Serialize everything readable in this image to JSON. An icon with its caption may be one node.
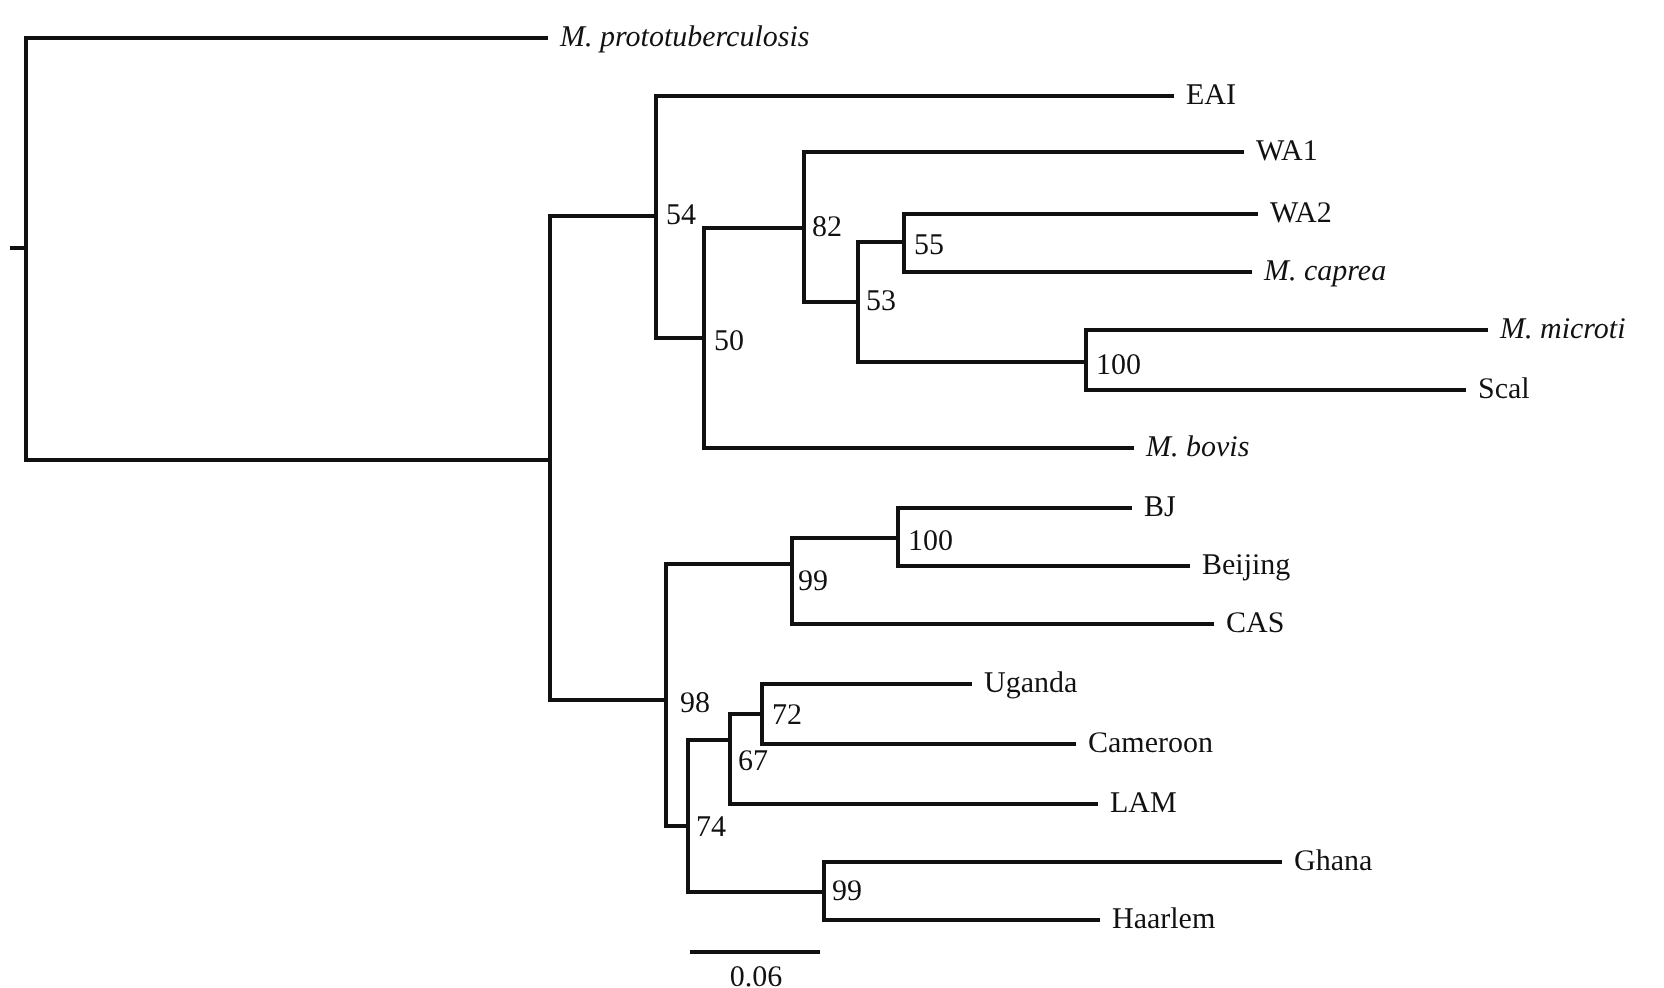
{
  "diagram": {
    "nodes": [
      {
        "text": [],
        "shape": "bar"
      },
      {
        "text": [
          "M. prototuberculosis"
        ]
      },
      {
        "text": [],
        "shape": "bar"
      },
      {
        "text": [],
        "shape": "bar",
        "beside": [
          "54"
        ]
      },
      {
        "text": [
          "EAI"
        ]
      },
      {
        "text": [],
        "shape": "bar",
        "beside": [
          "50"
        ]
      },
      {
        "text": [],
        "shape": "bar",
        "beside": [
          "82"
        ]
      },
      {
        "text": [
          "WA1"
        ]
      },
      {
        "text": [],
        "shape": "bar",
        "beside": [
          "53"
        ]
      },
      {
        "text": [],
        "shape": "bar",
        "beside": [
          "55"
        ]
      },
      {
        "text": [
          "WA2"
        ]
      },
      {
        "text": [
          "M. caprea"
        ]
      },
      {
        "text": [],
        "shape": "bar",
        "beside": [
          "100"
        ]
      },
      {
        "text": [
          "M. microti"
        ]
      },
      {
        "text": [
          "Scal"
        ]
      },
      {
        "text": [
          "M. bovis"
        ]
      },
      {
        "text": [],
        "shape": "bar",
        "beside": [
          "98"
        ]
      },
      {
        "text": [],
        "shape": "bar",
        "beside": [
          "99"
        ]
      },
      {
        "text": [],
        "shape": "bar",
        "beside": [
          "100"
        ]
      },
      {
        "text": [
          "BJ"
        ]
      },
      {
        "text": [
          "Beijing"
        ]
      },
      {
        "text": [
          "CAS"
        ]
      },
      {
        "text": [],
        "shape": "bar",
        "beside": [
          "74"
        ]
      },
      {
        "text": [],
        "shape": "bar",
        "beside": [
          "67"
        ]
      },
      {
        "text": [],
        "shape": "bar",
        "beside": [
          "72"
        ]
      },
      {
        "text": [
          "Uganda"
        ]
      },
      {
        "text": [
          "Cameroon"
        ]
      },
      {
        "text": [
          "LAM"
        ]
      },
      {
        "text": [],
        "shape": "bar",
        "beside": [
          "99"
        ]
      },
      {
        "text": [
          "Ghana"
        ]
      },
      {
        "text": [
          "Haarlem"
        ]
      }
    ],
    "edges": [
      {
        "from": null,
        "to": 0,
        "arrow": "none"
      },
      {
        "from": 0,
        "to": 1,
        "arrow": "none"
      },
      {
        "from": 0,
        "to": 2,
        "arrow": "none"
      },
      {
        "from": 2,
        "to": 3,
        "arrow": "none"
      },
      {
        "from": 3,
        "to": 4,
        "arrow": "none"
      },
      {
        "from": 3,
        "to": 5,
        "arrow": "none"
      },
      {
        "from": 5,
        "to": 6,
        "arrow": "none"
      },
      {
        "from": 6,
        "to": 7,
        "arrow": "none"
      },
      {
        "from": 6,
        "to": 8,
        "arrow": "none"
      },
      {
        "from": 8,
        "to": 9,
        "arrow": "none"
      },
      {
        "from": 9,
        "to": 10,
        "arrow": "none"
      },
      {
        "from": 9,
        "to": 11,
        "arrow": "none"
      },
      {
        "from": 8,
        "to": 12,
        "arrow": "none"
      },
      {
        "from": 12,
        "to": 13,
        "arrow": "none"
      },
      {
        "from": 12,
        "to": 14,
        "arrow": "none"
      },
      {
        "from": 5,
        "to": 15,
        "arrow": "none"
      },
      {
        "from": 2,
        "to": 16,
        "arrow": "none"
      },
      {
        "from": 16,
        "to": 17,
        "arrow": "none"
      },
      {
        "from": 17,
        "to": 18,
        "arrow": "none"
      },
      {
        "from": 18,
        "to": 19,
        "arrow": "none"
      },
      {
        "from": 18,
        "to": 20,
        "arrow": "none"
      },
      {
        "from": 17,
        "to": 21,
        "arrow": "none"
      },
      {
        "from": 16,
        "to": 22,
        "arrow": "none"
      },
      {
        "from": 22,
        "to": 23,
        "arrow": "none"
      },
      {
        "from": 23,
        "to": 24,
        "arrow": "none"
      },
      {
        "from": 24,
        "to": 25,
        "arrow": "none"
      },
      {
        "from": 24,
        "to": 26,
        "arrow": "none"
      },
      {
        "from": 23,
        "to": 27,
        "arrow": "none"
      },
      {
        "from": 22,
        "to": 28,
        "arrow": "none"
      },
      {
        "from": 28,
        "to": 29,
        "arrow": "none"
      },
      {
        "from": 28,
        "to": 30,
        "arrow": "none"
      }
    ],
    "labels": [
      "0.06"
    ]
  }
}
